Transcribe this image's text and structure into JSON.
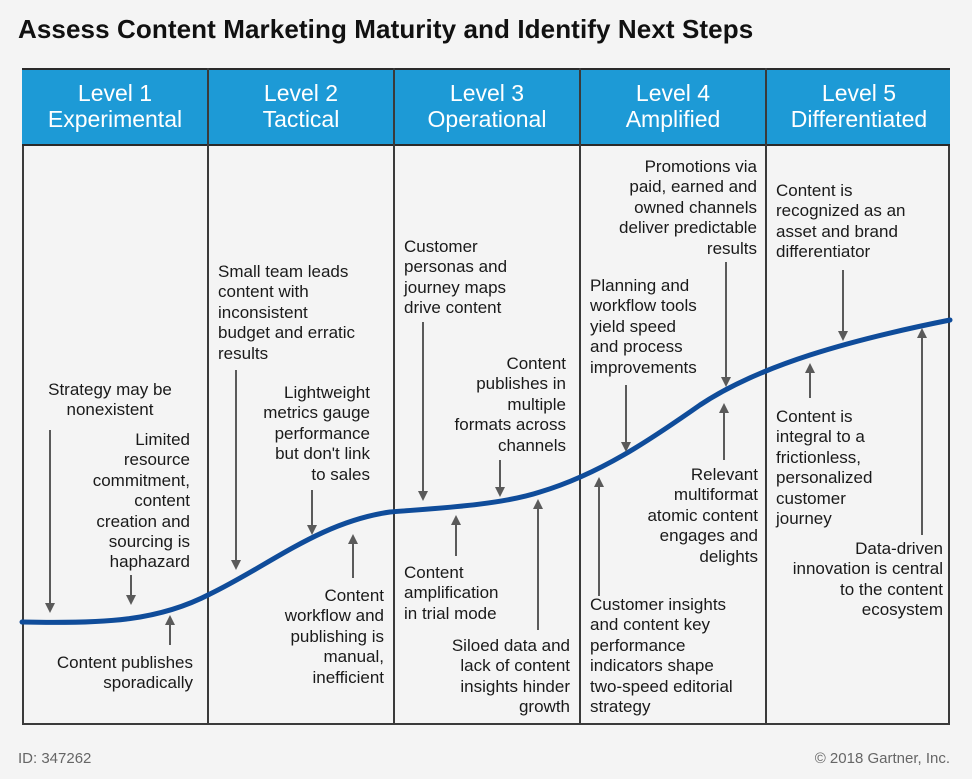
{
  "title": "Assess Content Marketing Maturity and Identify Next Steps",
  "levels": [
    {
      "level": "Level 1",
      "name": "Experimental"
    },
    {
      "level": "Level 2",
      "name": "Tactical"
    },
    {
      "level": "Level 3",
      "name": "Operational"
    },
    {
      "level": "Level 4",
      "name": "Amplified"
    },
    {
      "level": "Level 5",
      "name": "Differentiated"
    }
  ],
  "notes": {
    "l1_strategy": [
      "Strategy may be",
      "nonexistent"
    ],
    "l1_limited": [
      "Limited",
      "resource",
      "commitment,",
      "content",
      "creation and",
      "sourcing is",
      "haphazard"
    ],
    "l1_publishes": [
      "Content publishes",
      "sporadically"
    ],
    "l2_small_team": [
      "Small team leads",
      "content with",
      "inconsistent",
      "budget and erratic",
      "results"
    ],
    "l2_metrics": [
      "Lightweight",
      "metrics gauge",
      "performance",
      "but don't link",
      "to sales"
    ],
    "l2_workflow": [
      "Content",
      "workflow and",
      "publishing is",
      "manual,",
      "inefficient"
    ],
    "l3_personas": [
      "Customer",
      "personas and",
      "journey maps",
      "drive content"
    ],
    "l3_formats": [
      "Content",
      "publishes in",
      "multiple",
      "formats across",
      "channels"
    ],
    "l3_amplification": [
      "Content",
      "amplification",
      "in trial mode"
    ],
    "l3_siloed": [
      "Siloed data and",
      "lack of content",
      "insights hinder",
      "growth"
    ],
    "l4_promotions": [
      "Promotions via",
      "paid, earned and",
      "owned channels",
      "deliver predictable",
      "results"
    ],
    "l4_planning": [
      "Planning and",
      "workflow tools",
      "yield speed",
      "and process",
      "improvements"
    ],
    "l4_relevant": [
      "Relevant",
      "multiformat",
      "atomic content",
      "engages and",
      "delights"
    ],
    "l4_insights": [
      "Customer insights",
      "and content key",
      "performance",
      "indicators shape",
      "two-speed editorial",
      "strategy"
    ],
    "l5_recognized": [
      "Content is",
      "recognized as an",
      "asset and brand",
      "differentiator"
    ],
    "l5_integral": [
      "Content is",
      "integral to a",
      "frictionless,",
      "personalized",
      "customer",
      "journey"
    ],
    "l5_datadriven": [
      "Data-driven",
      "innovation is central",
      "to the content",
      "ecosystem"
    ]
  },
  "footer": {
    "id": "ID: 347262",
    "copyright": "© 2018 Gartner, Inc."
  },
  "colors": {
    "header": "#1d9ad6",
    "curve": "#0f4c9a",
    "arrow": "#5a5a5a"
  }
}
